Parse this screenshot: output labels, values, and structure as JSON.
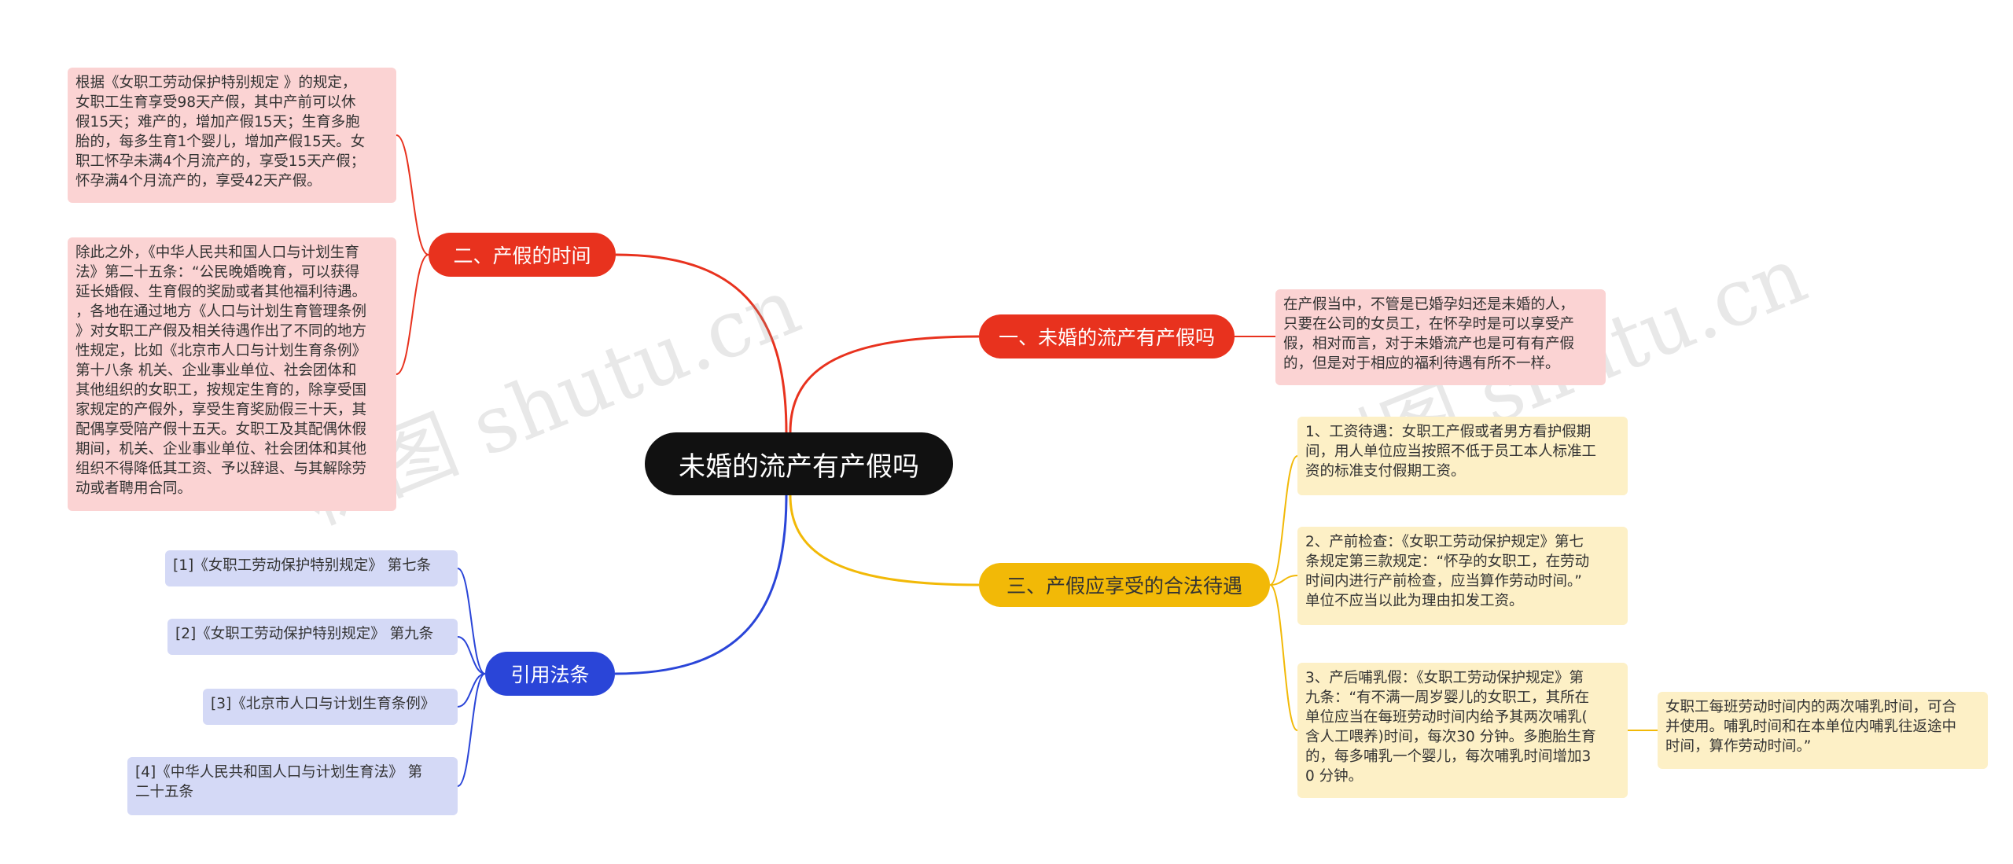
{
  "root": {
    "label": "未婚的流产有产假吗"
  },
  "branches": {
    "b1": {
      "label": "一、未婚的流产有产假吗",
      "color": "#e8321e"
    },
    "b2": {
      "label": "二、产假的时间",
      "color": "#e8321e"
    },
    "b3": {
      "label": "三、产假应享受的合法待遇",
      "color": "#f2b907"
    },
    "b4": {
      "label": "引用法条",
      "color": "#2a45d8"
    }
  },
  "leaves": {
    "b1_1": "在产假当中，不管是已婚孕妇还是未婚的人，\n只要在公司的女员工，在怀孕时是可以享受产\n假，相对而言，对于未婚流产也是可有有产假\n的，但是对于相应的福利待遇有所不一样。",
    "b2_1": "根据《女职工劳动保护特别规定 》的规定，\n女职工生育享受98天产假，其中产前可以休\n假15天；难产的，增加产假15天；生育多胞\n胎的，每多生育1个婴儿，增加产假15天。女\n职工怀孕未满4个月流产的，享受15天产假；\n怀孕满4个月流产的，享受42天产假。",
    "b2_2": "除此之外，《中华人民共和国人口与计划生育\n法》第二十五条：“公民晚婚晚育，可以获得\n延长婚假、生育假的奖励或者其他福利待遇。\n，各地在通过地方《人口与计划生育管理条例\n》对女职工产假及相关待遇作出了不同的地方\n性规定，比如《北京市人口与计划生育条例》\n第十八条 机关、企业事业单位、社会团体和\n其他组织的女职工，按规定生育的，除享受国\n家规定的产假外，享受生育奖励假三十天，其\n配偶享受陪产假十五天。女职工及其配偶休假\n期间，机关、企业事业单位、社会团体和其他\n组织不得降低其工资、予以辞退、与其解除劳\n动或者聘用合同。",
    "b3_1": "1、工资待遇：女职工产假或者男方看护假期\n间，用人单位应当按照不低于员工本人标准工\n资的标准支付假期工资。",
    "b3_2": "2、产前检查：《女职工劳动保护规定》第七\n条规定第三款规定：“怀孕的女职工，在劳动\n时间内进行产前检查，应当算作劳动时间。”\n单位不应当以此为理由扣发工资。",
    "b3_3": "3、产后哺乳假：《女职工劳动保护规定》第\n九条：“有不满一周岁婴儿的女职工，其所在\n单位应当在每班劳动时间内给予其两次哺乳(\n含人工喂养)时间，每次30 分钟。多胞胎生育\n的，每多哺乳一个婴儿，每次哺乳时间增加3\n0 分钟。",
    "b3_3_1": "女职工每班劳动时间内的两次哺乳时间，可合\n并使用。哺乳时间和在本单位内哺乳往返途中\n时间，算作劳动时间。”",
    "b4_1": "[1]《女职工劳动保护特别规定》 第七条",
    "b4_2": "[2]《女职工劳动保护特别规定》 第九条",
    "b4_3": "[3]《北京市人口与计划生育条例》",
    "b4_4": "[4]《中华人民共和国人口与计划生育法》 第\n二十五条"
  },
  "watermark": {
    "text": "树图 shutu.cn"
  }
}
